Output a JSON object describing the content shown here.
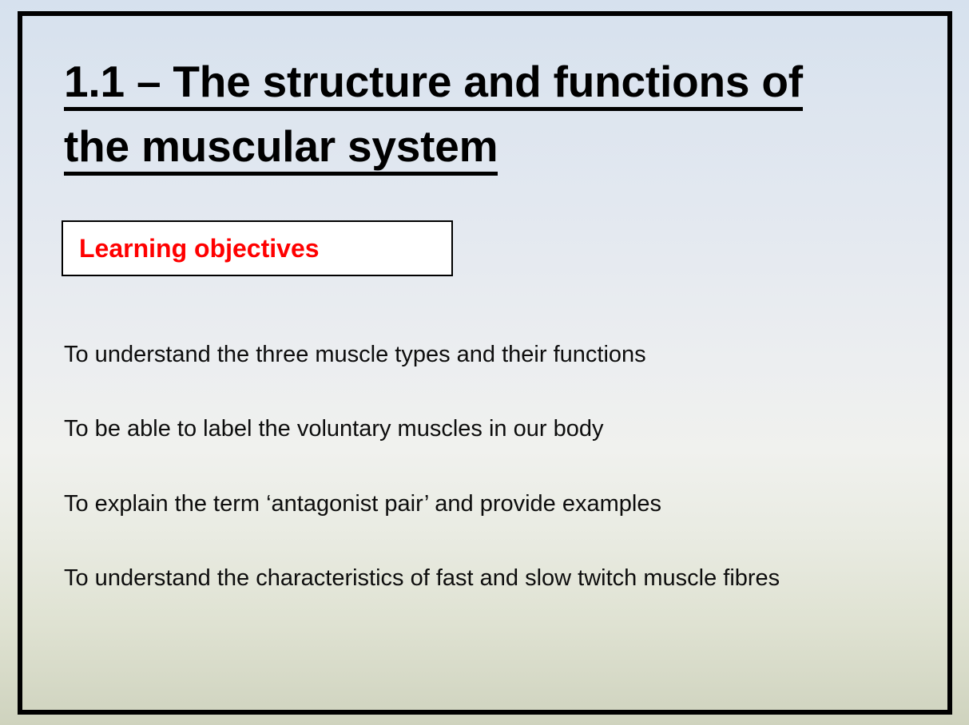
{
  "slide": {
    "title_line_1": "1.1 – The structure and functions of",
    "title_line_2": "the muscular system",
    "objectives_box_label": "Learning objectives",
    "objectives": [
      "To understand the three muscle types and their functions",
      "To be able to label the voluntary muscles in our body",
      "To explain the term ‘antagonist pair’ and provide examples",
      "To understand the characteristics of fast and slow twitch muscle fibres"
    ],
    "colors": {
      "title_text": "#000000",
      "objective_text": "#0d0d0d",
      "objectives_label": "#ff0000",
      "box_fill": "#ffffff",
      "box_border": "#000000",
      "frame_border": "#000000",
      "background_top": "#d6e1ee",
      "background_middle": "#eceef0",
      "background_bottom": "#cfd3be"
    }
  }
}
